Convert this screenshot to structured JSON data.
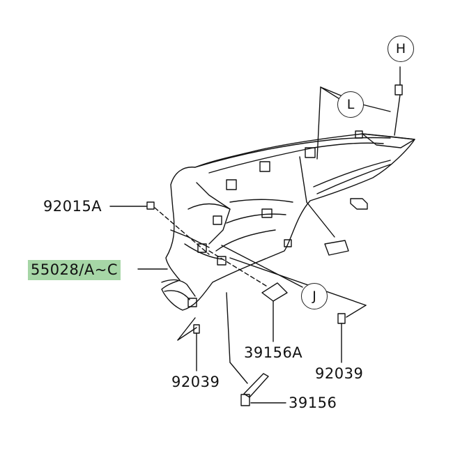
{
  "parts": {
    "p92015A": "92015A",
    "p55028": "55028/A~C",
    "p39156A": "39156A",
    "p92039_left": "92039",
    "p92039_right": "92039",
    "p39156": "39156"
  },
  "callouts": {
    "H": "H",
    "L": "L",
    "J": "J"
  },
  "colors": {
    "highlight": "#a6d6a6",
    "line": "#111111"
  }
}
